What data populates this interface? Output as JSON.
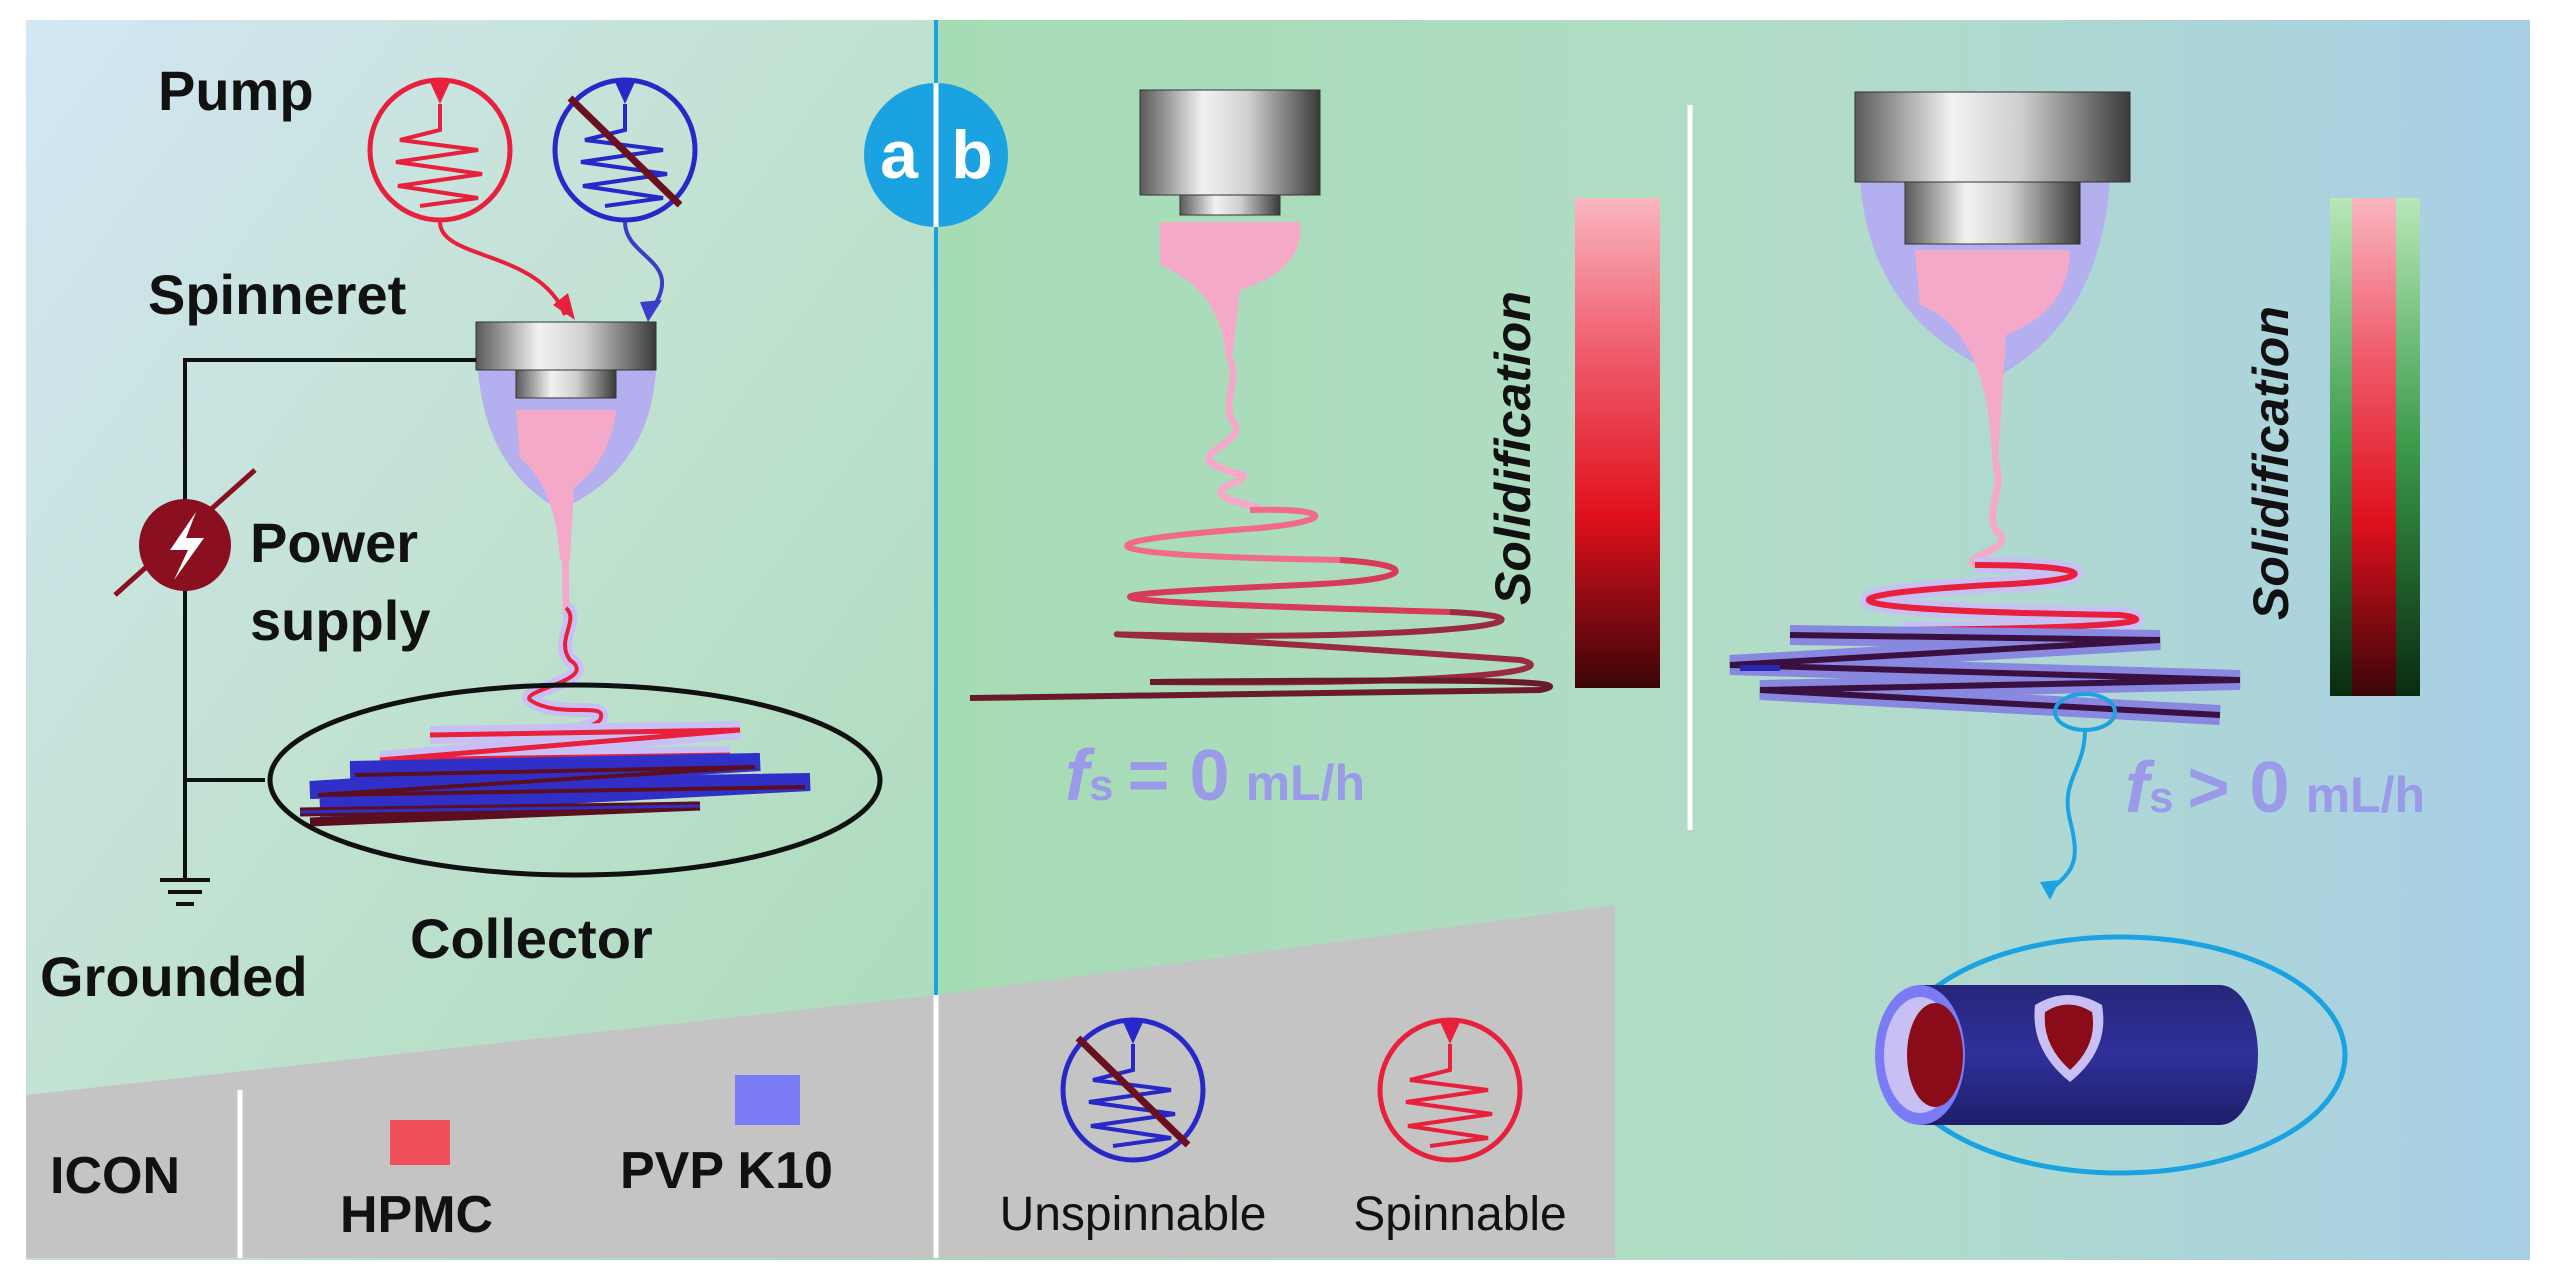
{
  "panel_a": {
    "badge": "a",
    "labels": {
      "pump": "Pump",
      "spinneret": "Spinneret",
      "power_line1": "Power",
      "power_line2": "supply",
      "collector": "Collector",
      "grounded": "Grounded"
    }
  },
  "panel_b": {
    "badge": "b",
    "left_bar_label": "Solidification",
    "right_bar_label": "Solidification",
    "left_flow": {
      "symbol": "f",
      "sub": "s",
      "op": "= 0",
      "unit": "mL/h"
    },
    "right_flow": {
      "symbol": "f",
      "sub": "s",
      "op": "> 0",
      "unit": "mL/h"
    }
  },
  "legend": {
    "icon_label": "ICON",
    "hpmc": "HPMC",
    "pvp": "PVP K10",
    "unspinnable": "Unspinnable",
    "spinnable": "Spinnable"
  },
  "colors": {
    "hpmc": "#f0505a",
    "pvp": "#7b7bf5",
    "jet": "#f5a9c8",
    "fiber_red": "#e8203c",
    "fiber_dark": "#5a0e1e",
    "fiber_blue": "#2828b4",
    "badge": "#1aa3e0",
    "flow_text": "#9a9ae8"
  }
}
